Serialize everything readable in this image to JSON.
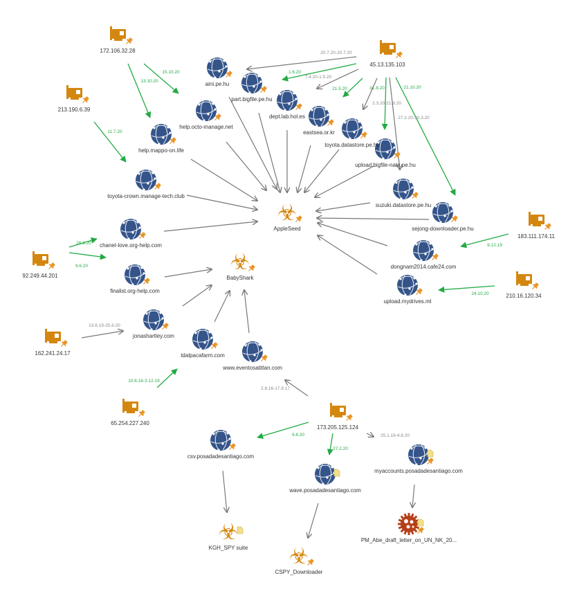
{
  "colors": {
    "green": "#22aa44",
    "gray": "#777777",
    "globe": "#34548a",
    "nic": "#d4870f",
    "pin": "#e8962a",
    "bio": "#d4870f",
    "gear": "#b5401a",
    "note": "#f3df8a"
  },
  "nodes": [
    {
      "id": "ip1",
      "type": "network-card-icon",
      "label": "172.106.32.28",
      "pin": true
    },
    {
      "id": "ip2",
      "type": "network-card-icon",
      "label": "213.190.6.39",
      "pin": true
    },
    {
      "id": "ip3",
      "type": "network-card-icon",
      "label": "45.13.135.103",
      "pin": true
    },
    {
      "id": "ip4",
      "type": "network-card-icon",
      "label": "183.111.174.11",
      "pin": true
    },
    {
      "id": "ip5",
      "type": "network-card-icon",
      "label": "210.16.120.34",
      "pin": true
    },
    {
      "id": "ip6",
      "type": "network-card-icon",
      "label": "92.249.44.201",
      "pin": true
    },
    {
      "id": "ip7",
      "type": "network-card-icon",
      "label": "162.241.24.17",
      "pin": true
    },
    {
      "id": "ip8",
      "type": "network-card-icon",
      "label": "65.254.227.240",
      "pin": true
    },
    {
      "id": "ip9",
      "type": "network-card-icon",
      "label": "173.205.125.124",
      "pin": true
    },
    {
      "id": "aini",
      "type": "globe-icon",
      "label": "aini.pe.hu",
      "pin": true
    },
    {
      "id": "partbig",
      "type": "globe-icon",
      "label": "part.bigfile.pe.hu",
      "pin": true
    },
    {
      "id": "dept",
      "type": "globe-icon",
      "label": "dept.lab.hol.es",
      "pin": true
    },
    {
      "id": "eastsea",
      "type": "globe-icon",
      "label": "eastsea.or.kr",
      "pin": true
    },
    {
      "id": "toyotads",
      "type": "globe-icon",
      "label": "toyota.datastore.pe.hu",
      "pin": true
    },
    {
      "id": "uploadnate",
      "type": "globe-icon",
      "label": "upload.bigfile-nate.pe.hu",
      "pin": true
    },
    {
      "id": "octo",
      "type": "globe-icon",
      "label": "help.octo-manage.net",
      "pin": true
    },
    {
      "id": "mappo",
      "type": "globe-icon",
      "label": "help.mappo-on.life",
      "pin": true
    },
    {
      "id": "crown",
      "type": "globe-icon",
      "label": "toyota-crown.manage-tech.club",
      "pin": true
    },
    {
      "id": "suzuki",
      "type": "globe-icon",
      "label": "suzuki.datastore.pe.hu",
      "pin": true
    },
    {
      "id": "sejong",
      "type": "globe-icon",
      "label": "sejong-downloader.pe.hu",
      "pin": true
    },
    {
      "id": "chanel",
      "type": "globe-icon",
      "label": "chanel-love.org-help.com",
      "pin": true
    },
    {
      "id": "dongnam",
      "type": "globe-icon",
      "label": "dongnam2014.cafe24.com",
      "pin": true
    },
    {
      "id": "finalist",
      "type": "globe-icon",
      "label": "finalist.org-help.com",
      "pin": true
    },
    {
      "id": "mydrives",
      "type": "globe-icon",
      "label": "upload.mydrives.ml",
      "pin": true
    },
    {
      "id": "jonas",
      "type": "globe-icon",
      "label": "jonashartley.com",
      "pin": true
    },
    {
      "id": "tdal",
      "type": "globe-icon",
      "label": "tdalpacafarm.com",
      "pin": true
    },
    {
      "id": "eventos",
      "type": "globe-icon",
      "label": "www.eventosatitlan.com",
      "pin": true
    },
    {
      "id": "csv",
      "type": "globe-icon",
      "label": "csv.posadadesantiago.com",
      "pin": true
    },
    {
      "id": "wave",
      "type": "globe-icon",
      "label": "wave.posadadesantiago.com",
      "pin": false,
      "note": true
    },
    {
      "id": "myacc",
      "type": "globe-icon",
      "label": "myaccounts.posadadesantiago.com",
      "pin": true,
      "note": true
    },
    {
      "id": "apple",
      "type": "biohazard-icon",
      "label": "AppleSeed",
      "pin": true
    },
    {
      "id": "baby",
      "type": "biohazard-icon",
      "label": "BabyShark",
      "pin": true
    },
    {
      "id": "kgh",
      "type": "biohazard-icon",
      "label": "KGH_SPY suite",
      "pin": false,
      "note": true
    },
    {
      "id": "cspy",
      "type": "biohazard-icon",
      "label": "CSPY_Downloader",
      "pin": true
    },
    {
      "id": "pm",
      "type": "malware-gear-icon",
      "label": "PM_Abe_draft_letter_on_UN_NK_20...",
      "pin": true,
      "note": true
    }
  ],
  "edges": [
    {
      "id": "e1",
      "from": "ip1",
      "to": "octo",
      "label": "15.10.20",
      "color": "green"
    },
    {
      "id": "e2",
      "from": "ip1",
      "to": "mappo",
      "label": "13.10.20",
      "color": "green"
    },
    {
      "id": "e3",
      "from": "ip2",
      "to": "crown",
      "label": "11.7.20",
      "color": "green"
    },
    {
      "id": "e4",
      "from": "ip3",
      "to": "partbig",
      "label": "1.6.20",
      "color": "green"
    },
    {
      "id": "e5",
      "from": "ip3",
      "to": "eastsea",
      "label": "21.5.20",
      "color": "green"
    },
    {
      "id": "e6",
      "from": "ip3",
      "to": "uploadnate",
      "label": "31.8.20",
      "color": "green"
    },
    {
      "id": "e7",
      "from": "ip3",
      "to": "sejong",
      "label": "21.10.20",
      "color": "green"
    },
    {
      "id": "e8",
      "from": "ip4",
      "to": "sejong",
      "label": "9.12.19",
      "color": "green"
    },
    {
      "id": "e9",
      "from": "ip5",
      "to": "mydrives",
      "label": "24.10.20",
      "color": "green"
    },
    {
      "id": "e10",
      "from": "ip6",
      "to": "chanel",
      "label": "28.6.20",
      "color": "green"
    },
    {
      "id": "e11",
      "from": "ip6",
      "to": "finalist",
      "label": "9.6.20",
      "color": "green"
    },
    {
      "id": "e12",
      "from": "ip8",
      "to": "tdal",
      "label": "10.6.16-3.12.19",
      "color": "green"
    },
    {
      "id": "e13",
      "from": "ip9",
      "to": "csv",
      "label": "9.8.20",
      "color": "green"
    },
    {
      "id": "e14",
      "from": "ip9",
      "to": "wave",
      "label": "27.2.20",
      "color": "green"
    },
    {
      "id": "e15",
      "from": "ip3",
      "to": "aini",
      "label": "20.7.20-20.7.20",
      "color": "gray"
    },
    {
      "id": "e16",
      "from": "ip3",
      "to": "dept",
      "label": "7.4.20-1.5.20",
      "color": "gray"
    },
    {
      "id": "e17",
      "from": "ip3",
      "to": "toyotads",
      "label": "2.3.20-21.9.20",
      "color": "gray"
    },
    {
      "id": "e18",
      "from": "ip3",
      "to": "suzuki",
      "label": "27.2.20-30.3.20",
      "color": "gray"
    },
    {
      "id": "e19",
      "from": "ip7",
      "to": "jonas",
      "label": "13.6.19-25.6.20",
      "color": "gray"
    },
    {
      "id": "e20",
      "from": "ip9",
      "to": "eventos",
      "label": "2.8.16-17.9.17",
      "color": "gray"
    },
    {
      "id": "e21",
      "from": "ip9",
      "to": "myacc",
      "label": "25.1.19-4.8.20",
      "color": "gray"
    },
    {
      "id": "e22",
      "from": "csv",
      "to": "kgh",
      "label": "",
      "color": "gray"
    },
    {
      "id": "e23",
      "from": "wave",
      "to": "cspy",
      "label": "",
      "color": "gray"
    },
    {
      "id": "e24",
      "from": "myacc",
      "to": "pm",
      "label": "",
      "color": "gray"
    },
    {
      "id": "e25",
      "from": "aini",
      "to": "apple",
      "label": "",
      "color": "gray"
    },
    {
      "id": "e26",
      "from": "partbig",
      "to": "apple",
      "label": "",
      "color": "gray"
    },
    {
      "id": "e27",
      "from": "dept",
      "to": "apple",
      "label": "",
      "color": "gray"
    },
    {
      "id": "e28",
      "from": "eastsea",
      "to": "apple",
      "label": "",
      "color": "gray"
    },
    {
      "id": "e29",
      "from": "toyotads",
      "to": "apple",
      "label": "",
      "color": "gray"
    },
    {
      "id": "e30",
      "from": "uploadnate",
      "to": "apple",
      "label": "",
      "color": "gray"
    },
    {
      "id": "e31",
      "from": "octo",
      "to": "apple",
      "label": "",
      "color": "gray"
    },
    {
      "id": "e32",
      "from": "mappo",
      "to": "apple",
      "label": "",
      "color": "gray"
    },
    {
      "id": "e33",
      "from": "crown",
      "to": "apple",
      "label": "",
      "color": "gray"
    },
    {
      "id": "e34",
      "from": "suzuki",
      "to": "apple",
      "label": "",
      "color": "gray"
    },
    {
      "id": "e35",
      "from": "sejong",
      "to": "apple",
      "label": "",
      "color": "gray"
    },
    {
      "id": "e36",
      "from": "chanel",
      "to": "apple",
      "label": "",
      "color": "gray"
    },
    {
      "id": "e37",
      "from": "dongnam",
      "to": "apple",
      "label": "",
      "color": "gray"
    },
    {
      "id": "e38",
      "from": "mydrives",
      "to": "apple",
      "label": "",
      "color": "gray"
    },
    {
      "id": "e39",
      "from": "finalist",
      "to": "baby",
      "label": "",
      "color": "gray"
    },
    {
      "id": "e40",
      "from": "jonas",
      "to": "baby",
      "label": "",
      "color": "gray"
    },
    {
      "id": "e41",
      "from": "tdal",
      "to": "baby",
      "label": "",
      "color": "gray"
    },
    {
      "id": "e42",
      "from": "eventos",
      "to": "baby",
      "label": "",
      "color": "gray"
    }
  ]
}
